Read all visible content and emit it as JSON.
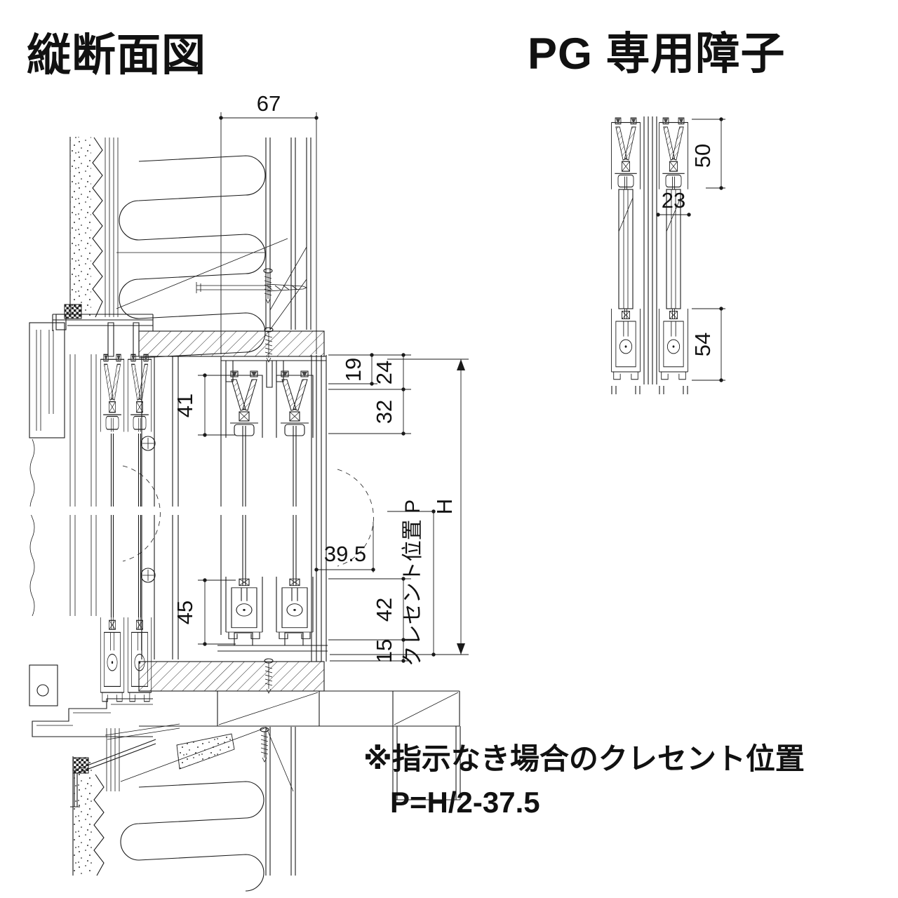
{
  "drawing": {
    "background": "#ffffff",
    "line_color": "#1a1a1a",
    "views": {
      "section": {
        "title": "縦断面図",
        "dims": {
          "frame_depth": "67",
          "head_19": "19",
          "head_24": "24",
          "head_32": "32",
          "top_rail_41": "41",
          "height": "H",
          "crescent_offset": "39.5",
          "crescent_position": "クレセント位置 P",
          "bottom_rail_45": "45",
          "sill_42": "42",
          "sill_15": "15"
        }
      },
      "sash_detail": {
        "title": "PG 専用障子",
        "dims": {
          "top_rail": "50",
          "sash_thickness": "23",
          "bottom_rail": "54"
        }
      }
    },
    "note": {
      "line1": "※指示なき場合のクレセント位置",
      "line2": "P=H/2-37.5"
    }
  }
}
